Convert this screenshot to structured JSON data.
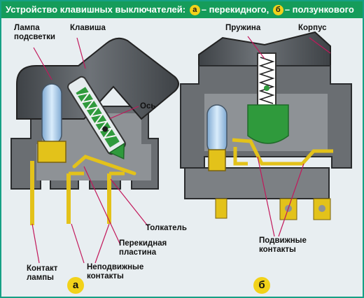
{
  "title": {
    "prefix": "Устройство клавишных выключателей:",
    "badge_a": "а",
    "mid": "– перекидного,",
    "badge_b": "б",
    "suffix": "– ползункового"
  },
  "labels": {
    "lamp": [
      "Лампа",
      "подсветки"
    ],
    "key": "Клавиша",
    "axis": "Ось",
    "pusher": "Толкатель",
    "flip_plate": [
      "Перекидная",
      "пластина"
    ],
    "fixed_contacts": [
      "Неподвижные",
      "контакты"
    ],
    "lamp_contact": [
      "Контакт",
      "лампы"
    ],
    "spring": "Пружина",
    "housing": "Корпус",
    "moving_contacts": [
      "Подвижные",
      "контакты"
    ]
  },
  "panels": {
    "a": "а",
    "b": "б"
  },
  "colors": {
    "header": "#159c5a",
    "badge": "#f2d21a",
    "housing": "#5b5f63",
    "lamp": "#9ec6ea",
    "slider": "#2f9a3c",
    "contacts": "#f2d21a"
  }
}
